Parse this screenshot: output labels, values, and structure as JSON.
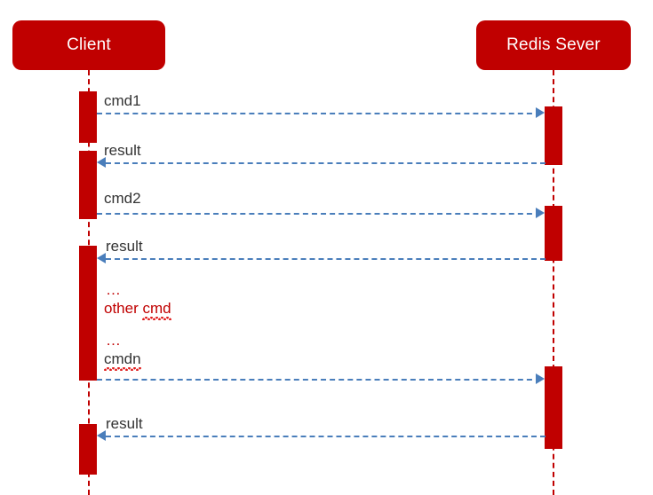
{
  "diagram": {
    "title": "Redis client-server command sequence",
    "colors": {
      "actor_fill": "#C00000",
      "actor_text": "#FFFFFF",
      "lifeline": "#C00000",
      "activation": "#C00000",
      "message": "#4A7EBB",
      "label_text": "#333333",
      "note_text": "#C00000",
      "spellcheck_underline": "#E01B1B",
      "background": "#FFFFFF"
    },
    "actors": [
      {
        "id": "client",
        "label": "Client"
      },
      {
        "id": "server",
        "label": "Redis Sever"
      }
    ],
    "messages": [
      {
        "id": "m1",
        "label": "cmd1",
        "from": "client",
        "to": "server",
        "direction": "right",
        "style": "dashed"
      },
      {
        "id": "m2",
        "label": "result",
        "from": "server",
        "to": "client",
        "direction": "left",
        "style": "dashed"
      },
      {
        "id": "m3",
        "label": "cmd2",
        "from": "client",
        "to": "server",
        "direction": "right",
        "style": "dashed"
      },
      {
        "id": "m4",
        "label": "result",
        "from": "server",
        "to": "client",
        "direction": "left",
        "style": "dashed"
      },
      {
        "id": "m5",
        "label": "cmdn",
        "from": "client",
        "to": "server",
        "direction": "right",
        "style": "dashed"
      },
      {
        "id": "m6",
        "label": "result",
        "from": "server",
        "to": "client",
        "direction": "left",
        "style": "dashed"
      }
    ],
    "notes": [
      {
        "id": "n1",
        "text": "…",
        "color": "note"
      },
      {
        "id": "n2",
        "text": "other ",
        "emphasis": "cmd",
        "color": "note"
      },
      {
        "id": "n3",
        "text": "…",
        "color": "note"
      }
    ],
    "spellchecked_words": [
      "cmd",
      "cmdn"
    ]
  }
}
